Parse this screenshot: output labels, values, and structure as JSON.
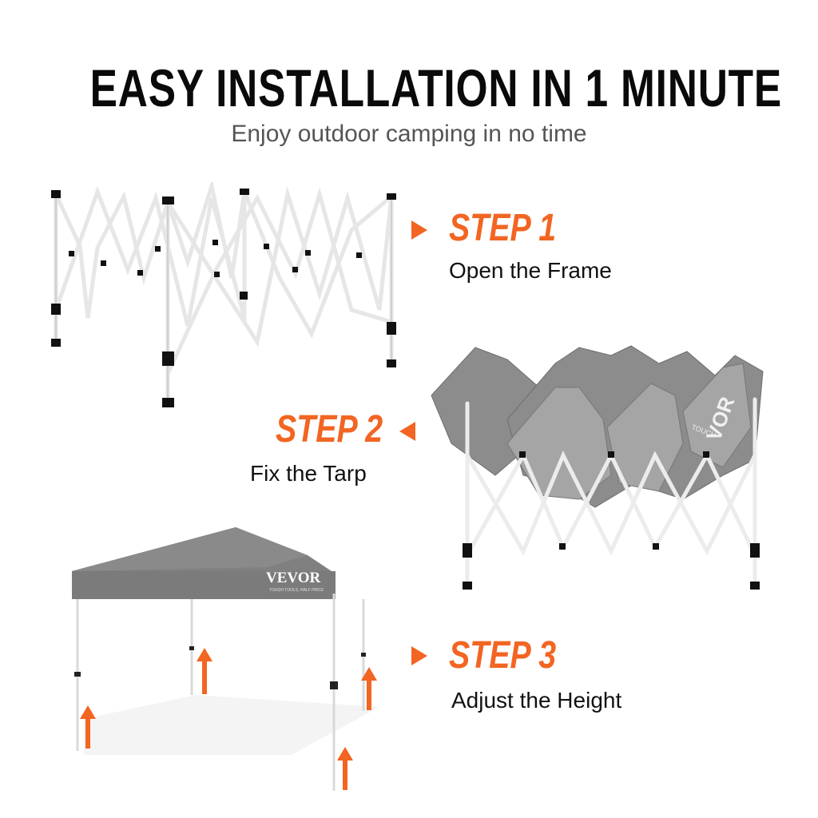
{
  "header": {
    "title": "EASY INSTALLATION IN 1 MINUTE",
    "subtitle": "Enjoy outdoor camping in no time"
  },
  "steps": [
    {
      "title": "STEP 1",
      "description": "Open the Frame",
      "pointer": "triangle-right"
    },
    {
      "title": "STEP 2",
      "description": "Fix the Tarp",
      "pointer": "triangle-left"
    },
    {
      "title": "STEP 3",
      "description": "Adjust the Height",
      "pointer": "triangle-right"
    }
  ],
  "illustrations": {
    "frame": "open-tent-frame",
    "tarp": "frame-with-tarp",
    "canopy": {
      "brand": "VEVOR",
      "tagline": "TOUGH TOOLS, HALF PRICE",
      "tarp_tagline": "TOUCH",
      "tarp_brand": "VOR"
    }
  },
  "colors": {
    "accent": "#f26522",
    "title": "#0a0a0a",
    "subtitle": "#555555",
    "canopy": "#7a7a7a",
    "frame": "#e8e8e8"
  }
}
